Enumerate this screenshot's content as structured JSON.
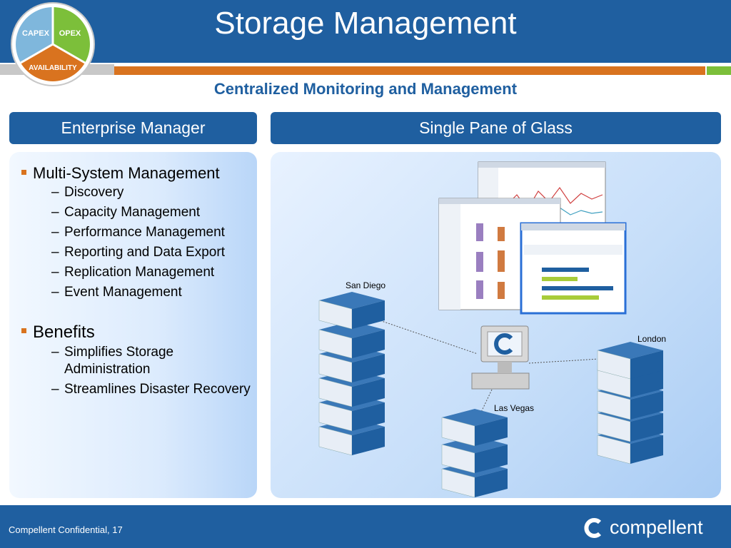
{
  "slide": {
    "title": "Storage Management",
    "subtitle": "Centralized Monitoring and Management",
    "footer": "Compellent Confidential, 17",
    "brand": "compellent"
  },
  "logo": {
    "segments": [
      "CAPEX",
      "OPEX",
      "AVAILABILITY"
    ]
  },
  "tabs": {
    "left": "Enterprise Manager",
    "right": "Single Pane of Glass"
  },
  "bullets": [
    {
      "label": "Multi-System Management",
      "subs": [
        "Discovery",
        "Capacity Management",
        "Performance Management",
        "Reporting and Data Export",
        "Replication Management",
        "Event Management"
      ]
    },
    {
      "label": "Benefits",
      "subs": [
        "Simplifies Storage Administration",
        "Streamlines Disaster Recovery"
      ]
    }
  ],
  "sites": {
    "san_diego": "San Diego",
    "london": "London",
    "las_vegas": "Las Vegas"
  },
  "colors": {
    "blue": "#1f5fa0",
    "orange": "#d9731f",
    "green": "#7cbf3a"
  }
}
